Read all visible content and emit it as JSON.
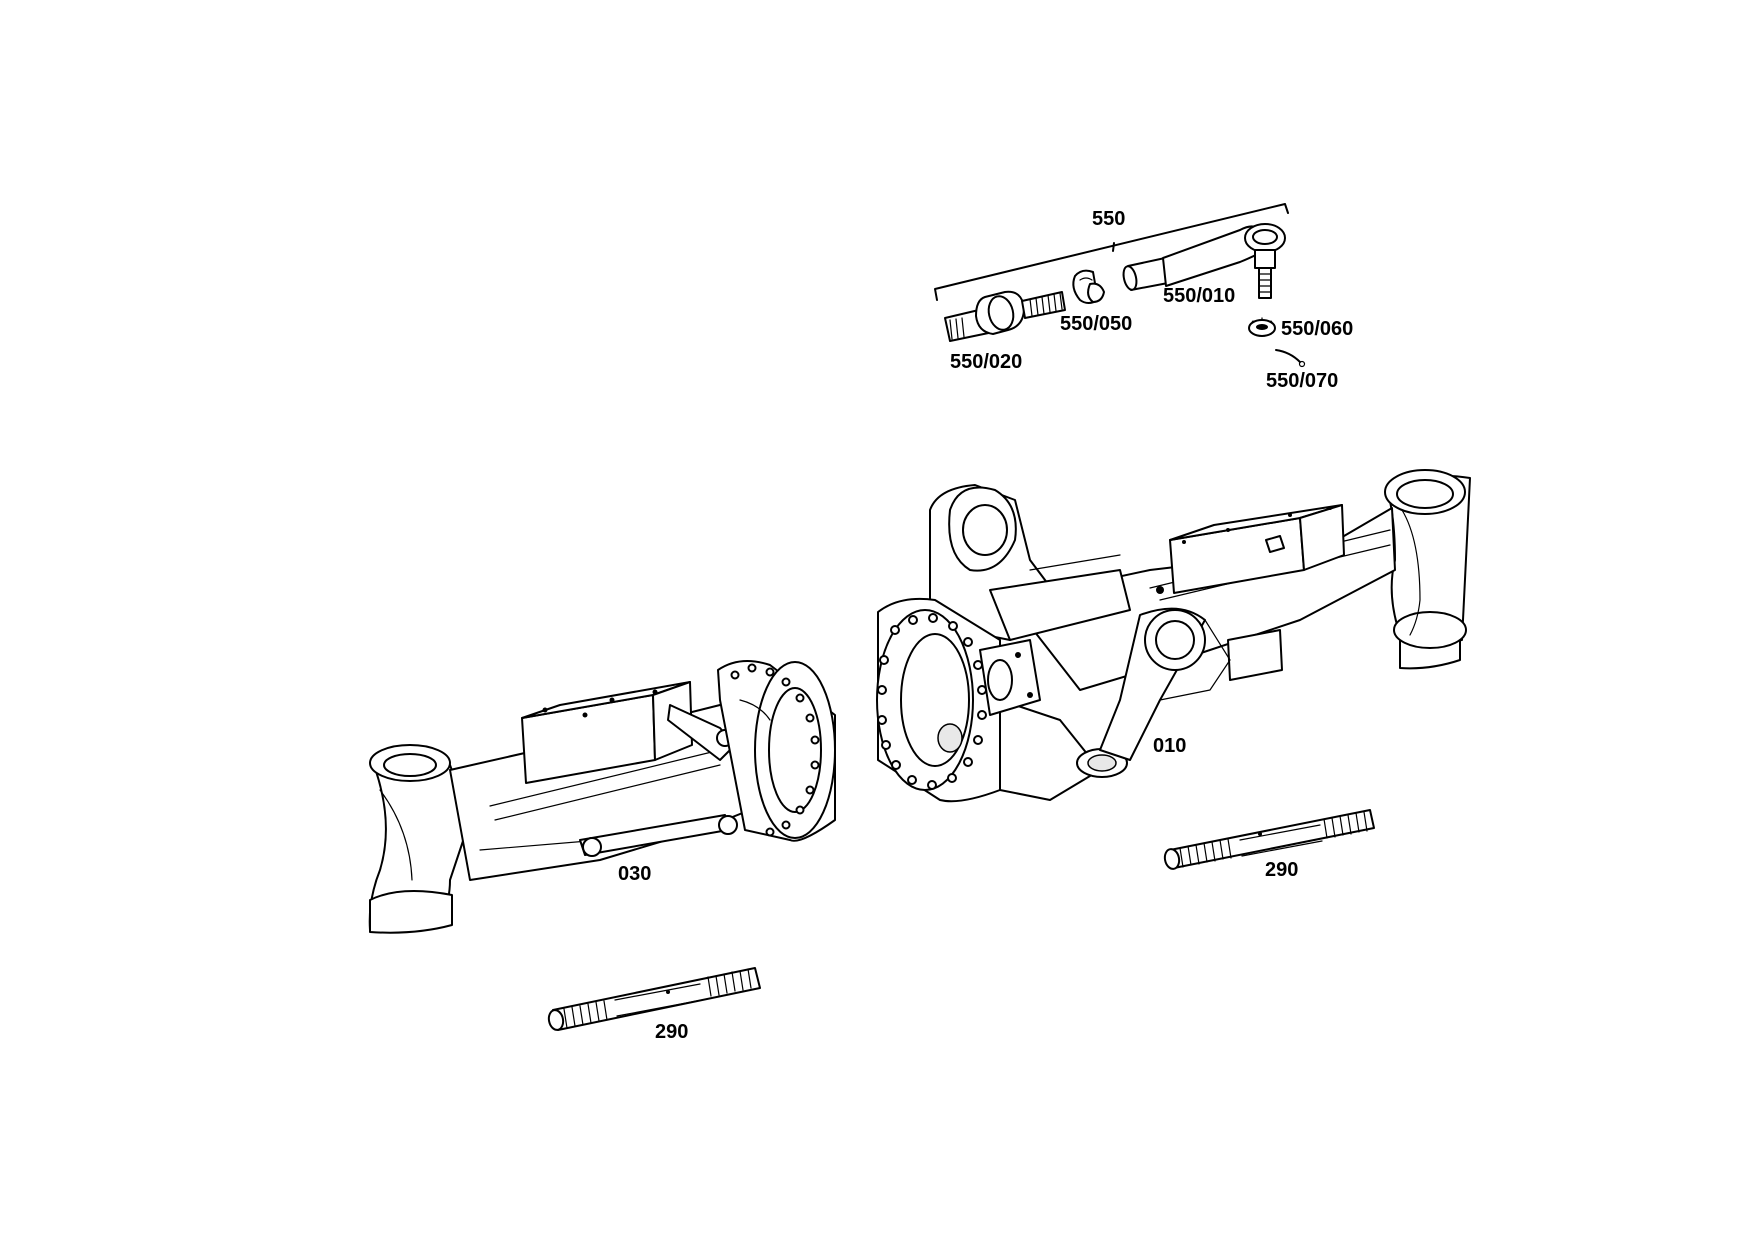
{
  "labels": {
    "assembly_550": "550",
    "part_550_010": "550/010",
    "part_550_020": "550/020",
    "part_550_050": "550/050",
    "part_550_060": "550/060",
    "part_550_070": "550/070",
    "part_010": "010",
    "part_030": "030",
    "part_290_right": "290",
    "part_290_left": "290"
  }
}
